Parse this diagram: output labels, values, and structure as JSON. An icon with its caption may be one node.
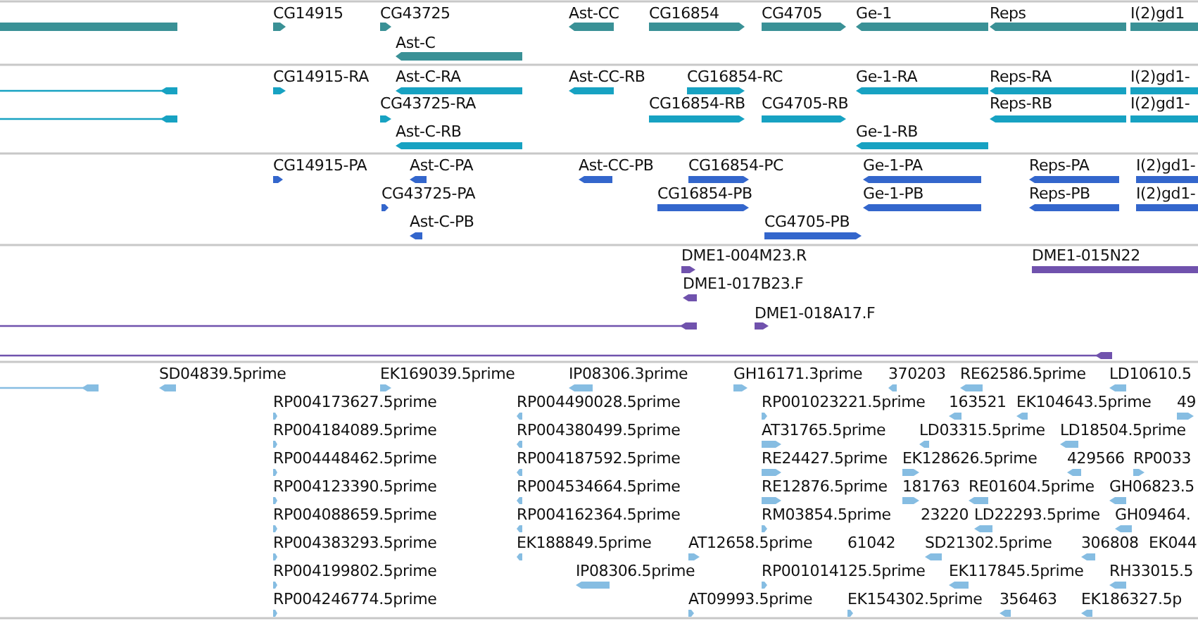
{
  "diagram": {
    "labels": [
      "CG14915",
      "CG43725",
      "Ast-CC",
      "CG16854",
      "CG4705",
      "Ge-1",
      "Reps",
      "I(2)gd1",
      "Ast-C",
      "CG14915-RA",
      "Ast-C-RA",
      "Ast-CC-RB",
      "CG16854-RC",
      "Ge-1-RA",
      "Reps-RA",
      "I(2)gd1-",
      "CG43725-RA",
      "CG16854-RB",
      "CG4705-RB",
      "Reps-RB",
      "I(2)gd1-",
      "Ast-C-RB",
      "Ge-1-RB",
      "CG14915-PA",
      "Ast-C-PA",
      "Ast-CC-PB",
      "CG16854-PC",
      "Ge-1-PA",
      "Reps-PA",
      "I(2)gd1-",
      "CG43725-PA",
      "CG16854-PB",
      "Ge-1-PB",
      "Reps-PB",
      "I(2)gd1-",
      "Ast-C-PB",
      "CG4705-PB",
      "DME1-004M23.R",
      "DME1-015N22",
      "DME1-017B23.F",
      "DME1-018A17.F",
      "SD04839.5prime",
      "EK169039.5prime",
      "IP08306.3prime",
      "GH16171.3prime",
      "370203",
      "RE62586.5prime",
      "LD10610.5",
      "RP004173627.5prime",
      "RP004490028.5prime",
      "RP001023221.5prime",
      "163521",
      "EK104643.5prime",
      "49",
      "RP004184089.5prime",
      "RP004380499.5prime",
      "AT31765.5prime",
      "LD03315.5prime",
      "LD18504.5prime",
      "RP004448462.5prime",
      "RP004187592.5prime",
      "RE24427.5prime",
      "EK128626.5prime",
      "429566",
      "RP0033",
      "RP004123390.5prime",
      "RP004534664.5prime",
      "RE12876.5prime",
      "181763",
      "RE01604.5prime",
      "GH06823.5",
      "RP004088659.5prime",
      "RP004162364.5prime",
      "RM03854.5prime",
      "23220",
      "LD22293.5prime",
      "GH09464.",
      "RP004383293.5prime",
      "EK188849.5prime",
      "AT12658.5prime",
      "61042",
      "SD21302.5prime",
      "306808",
      "EK044",
      "RP004199802.5prime",
      "IP08306.5prime",
      "RP001014125.5prime",
      "EK117845.5prime",
      "RH33015.5",
      "RP004246774.5prime",
      "AT09993.5prime",
      "EK154302.5prime",
      "356463",
      "EK186327.5p"
    ]
  }
}
